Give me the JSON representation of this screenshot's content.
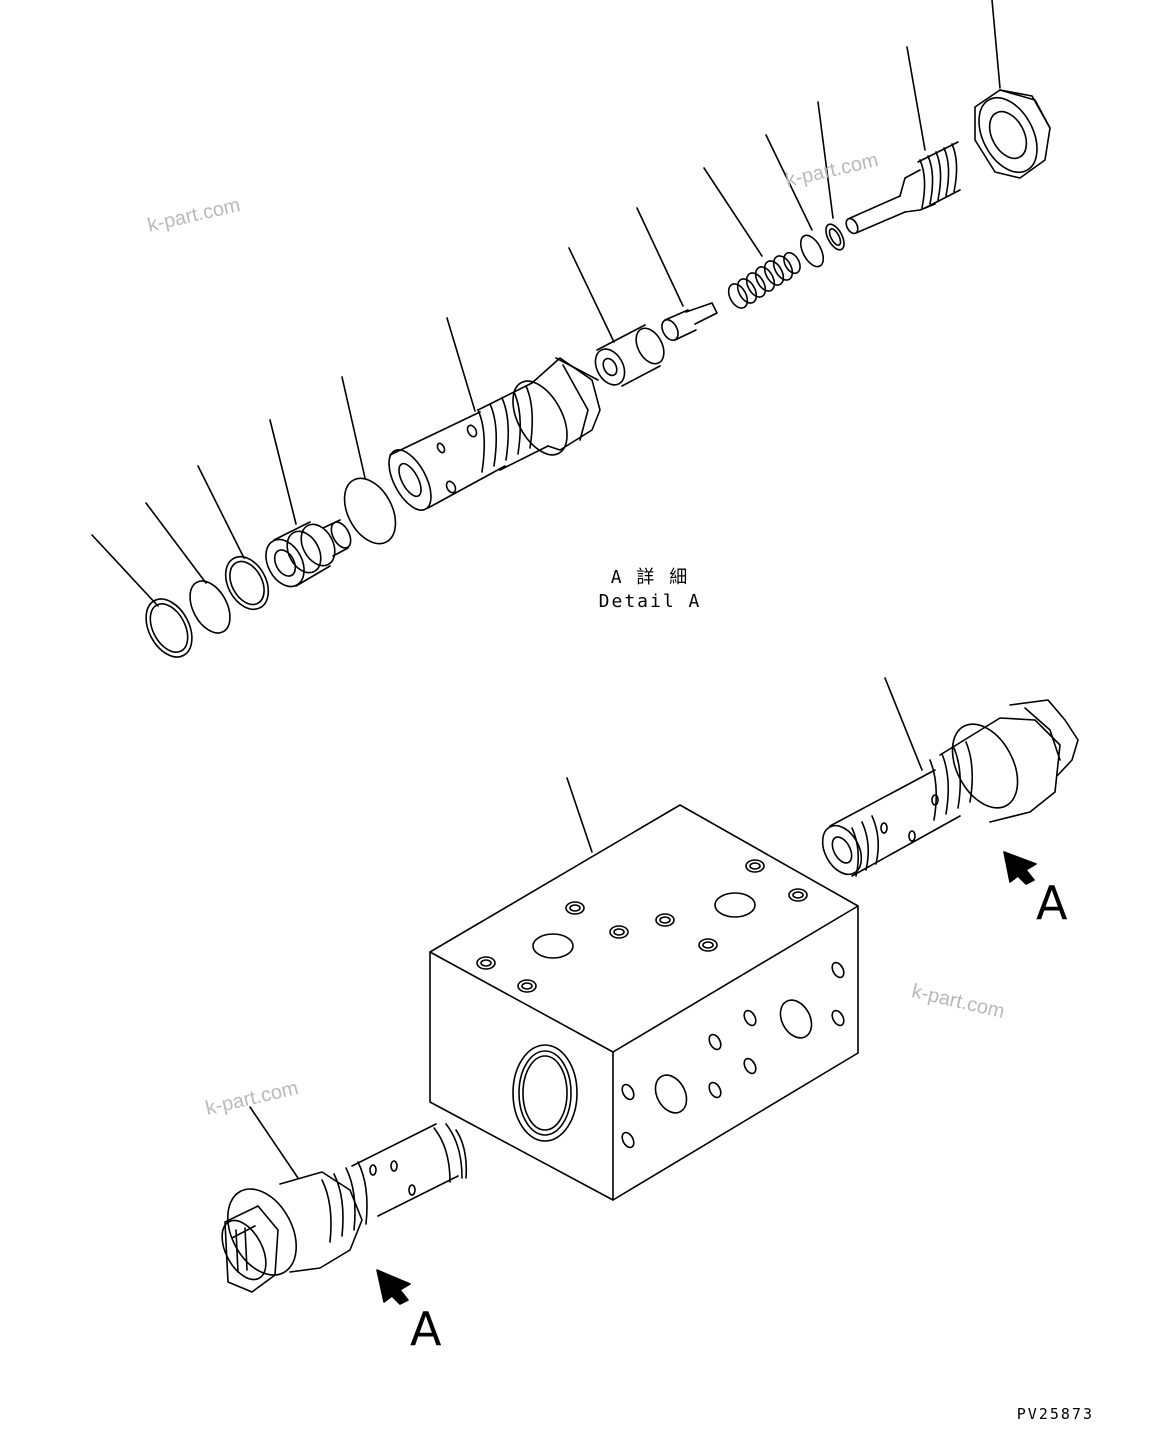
{
  "detail": {
    "title_jp": "A 詳 細",
    "title_en": "Detail A"
  },
  "views": {
    "right_label": "A",
    "left_label": "A"
  },
  "drawing_code": "PV25873",
  "watermark": {
    "text": "k-part.com"
  },
  "colors": {
    "line": "#000000",
    "background": "#ffffff",
    "watermark": "#b9b9b9"
  }
}
